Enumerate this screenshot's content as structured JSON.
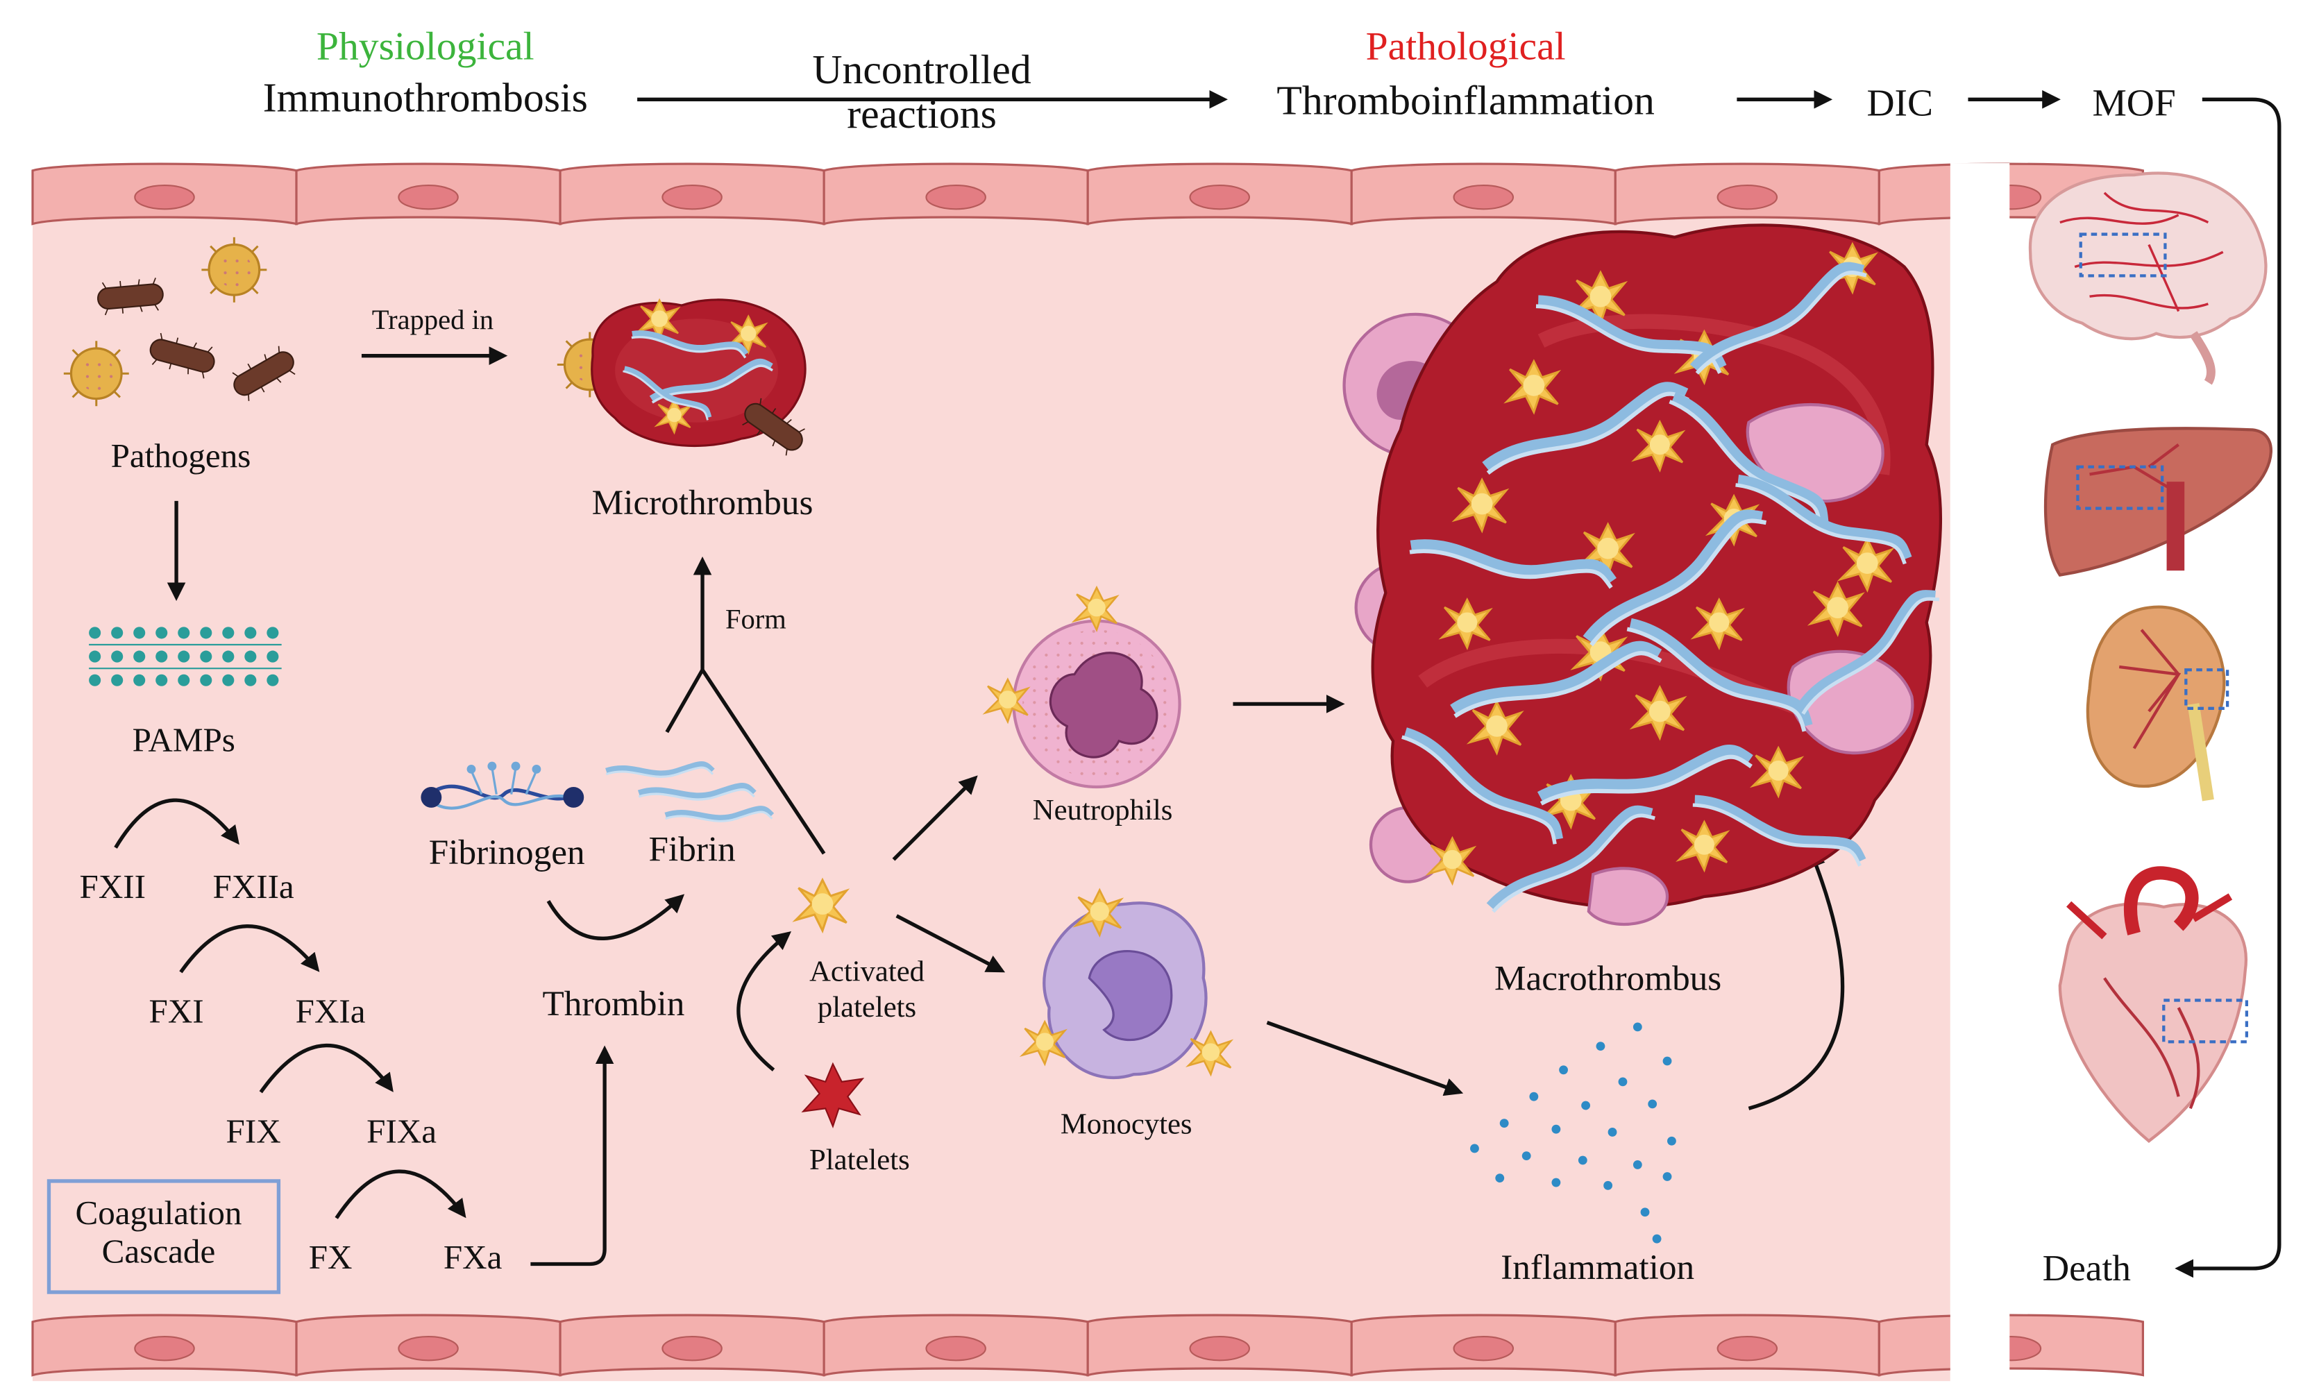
{
  "header": {
    "physiological": "Physiological",
    "immunothrombosis": "Immunothrombosis",
    "uncontrolled_reactions": [
      "Uncontrolled",
      "reactions"
    ],
    "pathological": "Pathological",
    "thromboinflammation": "Thromboinflammation",
    "dic": "DIC",
    "mof": "MOF",
    "death": "Death"
  },
  "labels": {
    "trapped_in": "Trapped in",
    "pathogens": "Pathogens",
    "microthrombus": "Microthrombus",
    "pamps": "PAMPs",
    "form": "Form",
    "fibrinogen": "Fibrinogen",
    "fibrin": "Fibrin",
    "thrombin": "Thrombin",
    "activated_platelets": [
      "Activated",
      "platelets"
    ],
    "platelets": "Platelets",
    "neutrophils": "Neutrophils",
    "monocytes": "Monocytes",
    "macrothrombus": "Macrothrombus",
    "inflammation": "Inflammation",
    "coagulation_cascade": [
      "Coagulation",
      "Cascade"
    ]
  },
  "cascade": [
    {
      "from": "FXII",
      "to": "FXIIa"
    },
    {
      "from": "FXI",
      "to": "FXIa"
    },
    {
      "from": "FIX",
      "to": "FIXa"
    },
    {
      "from": "FX",
      "to": "FXa"
    }
  ],
  "colors": {
    "physiological": "#3cb43c",
    "pathological": "#e02020",
    "vessel": "#fadad8",
    "endothelium": "#f4b3b1",
    "thrombus": "#b01c2c",
    "fibrin": "#9cc4e4",
    "platelet": "#f3c04c",
    "organ_box": "#3a6fc4"
  },
  "icons": [
    "brain-icon",
    "liver-icon",
    "kidney-icon",
    "heart-icon",
    "neutrophil-icon",
    "monocyte-icon",
    "virus-icon",
    "bacterium-icon"
  ]
}
